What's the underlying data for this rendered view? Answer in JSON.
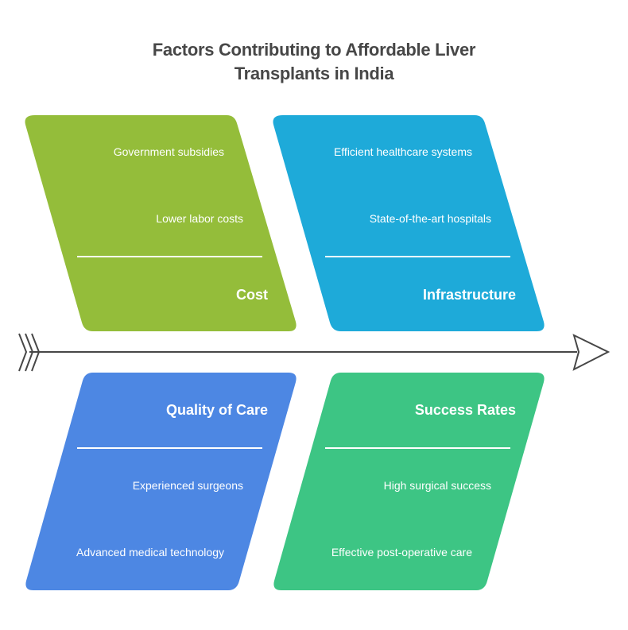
{
  "title": "Factors Contributing to Affordable Liver Transplants in India",
  "title_lines": [
    "Factors Contributing to Affordable Liver",
    "Transplants in India"
  ],
  "categories": [
    {
      "name": "Cost",
      "color": "#94bd3a",
      "items": [
        "Government subsidies",
        "Lower labor costs"
      ]
    },
    {
      "name": "Infrastructure",
      "color": "#1eaad9",
      "items": [
        "Efficient healthcare systems",
        "State-of-the-art hospitals"
      ]
    },
    {
      "name": "Quality of Care",
      "color": "#4d87e3",
      "items": [
        "Experienced surgeons",
        "Advanced medical technology"
      ]
    },
    {
      "name": "Success Rates",
      "color": "#3dc584",
      "items": [
        "High surgical success",
        "Effective post-operative care"
      ]
    }
  ],
  "spine": {
    "color": "#474747"
  }
}
